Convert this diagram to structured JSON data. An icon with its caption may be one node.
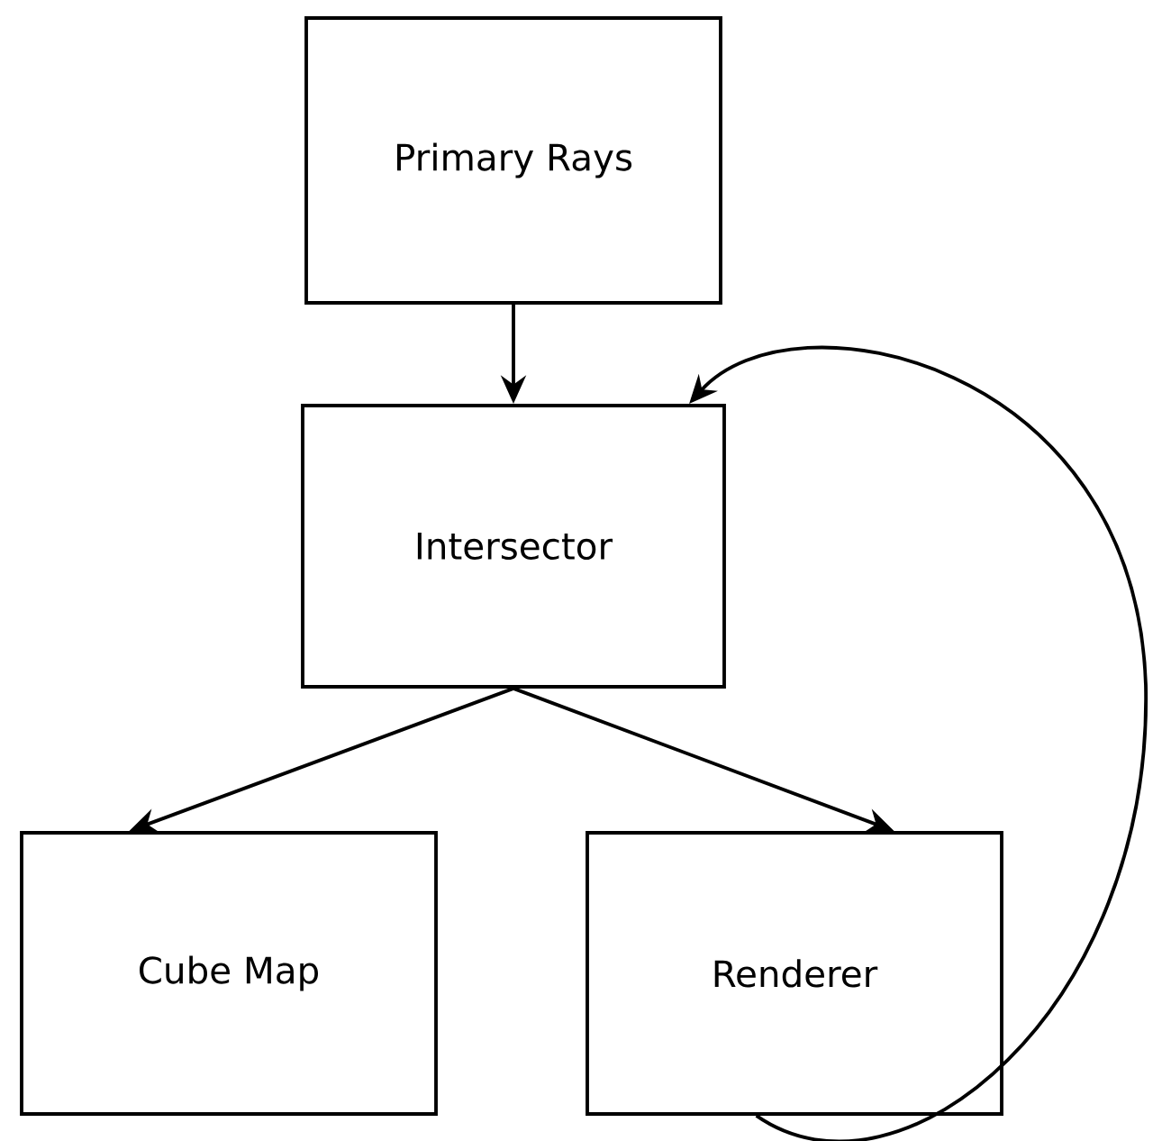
{
  "diagram": {
    "nodes": [
      {
        "text": [
          "Primary Rays"
        ]
      },
      {
        "text": [
          "Intersector"
        ]
      },
      {
        "text": [
          "Cube Map"
        ]
      },
      {
        "text": [
          "Renderer"
        ]
      }
    ],
    "edges": [
      {
        "from": 0,
        "to": 1,
        "arrow": "to"
      },
      {
        "from": 1,
        "to": 2,
        "arrow": "to"
      },
      {
        "from": 1,
        "to": 3,
        "arrow": "to"
      },
      {
        "from": 3,
        "to": 1,
        "arrow": "to"
      }
    ]
  }
}
